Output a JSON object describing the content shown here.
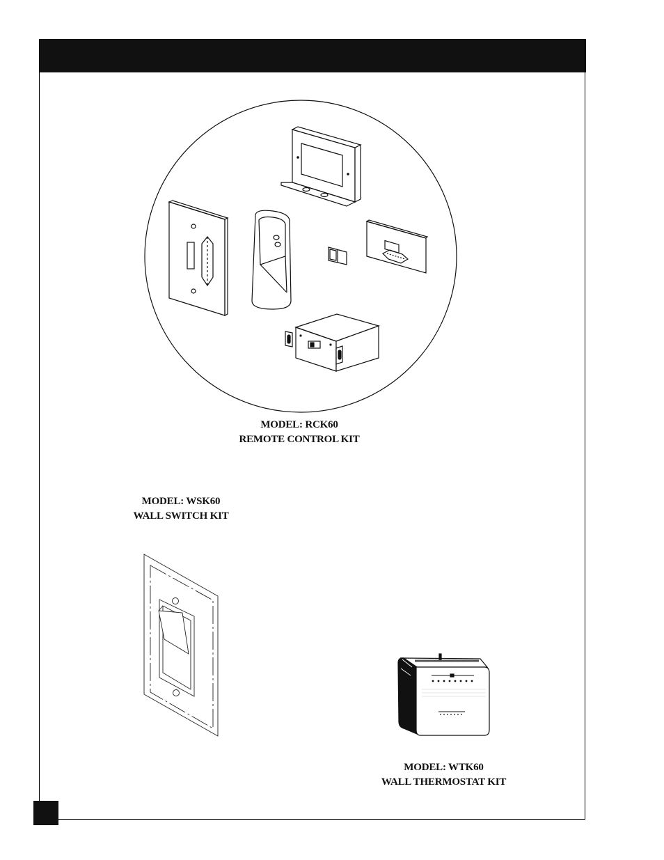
{
  "kits": [
    {
      "model": "MODEL:  RCK60",
      "name": "REMOTE CONTROL KIT"
    },
    {
      "model": "MODEL:  WSK60",
      "name": "WALL SWITCH KIT"
    },
    {
      "model": "MODEL:  WTK60",
      "name": "WALL THERMOSTAT KIT"
    }
  ]
}
